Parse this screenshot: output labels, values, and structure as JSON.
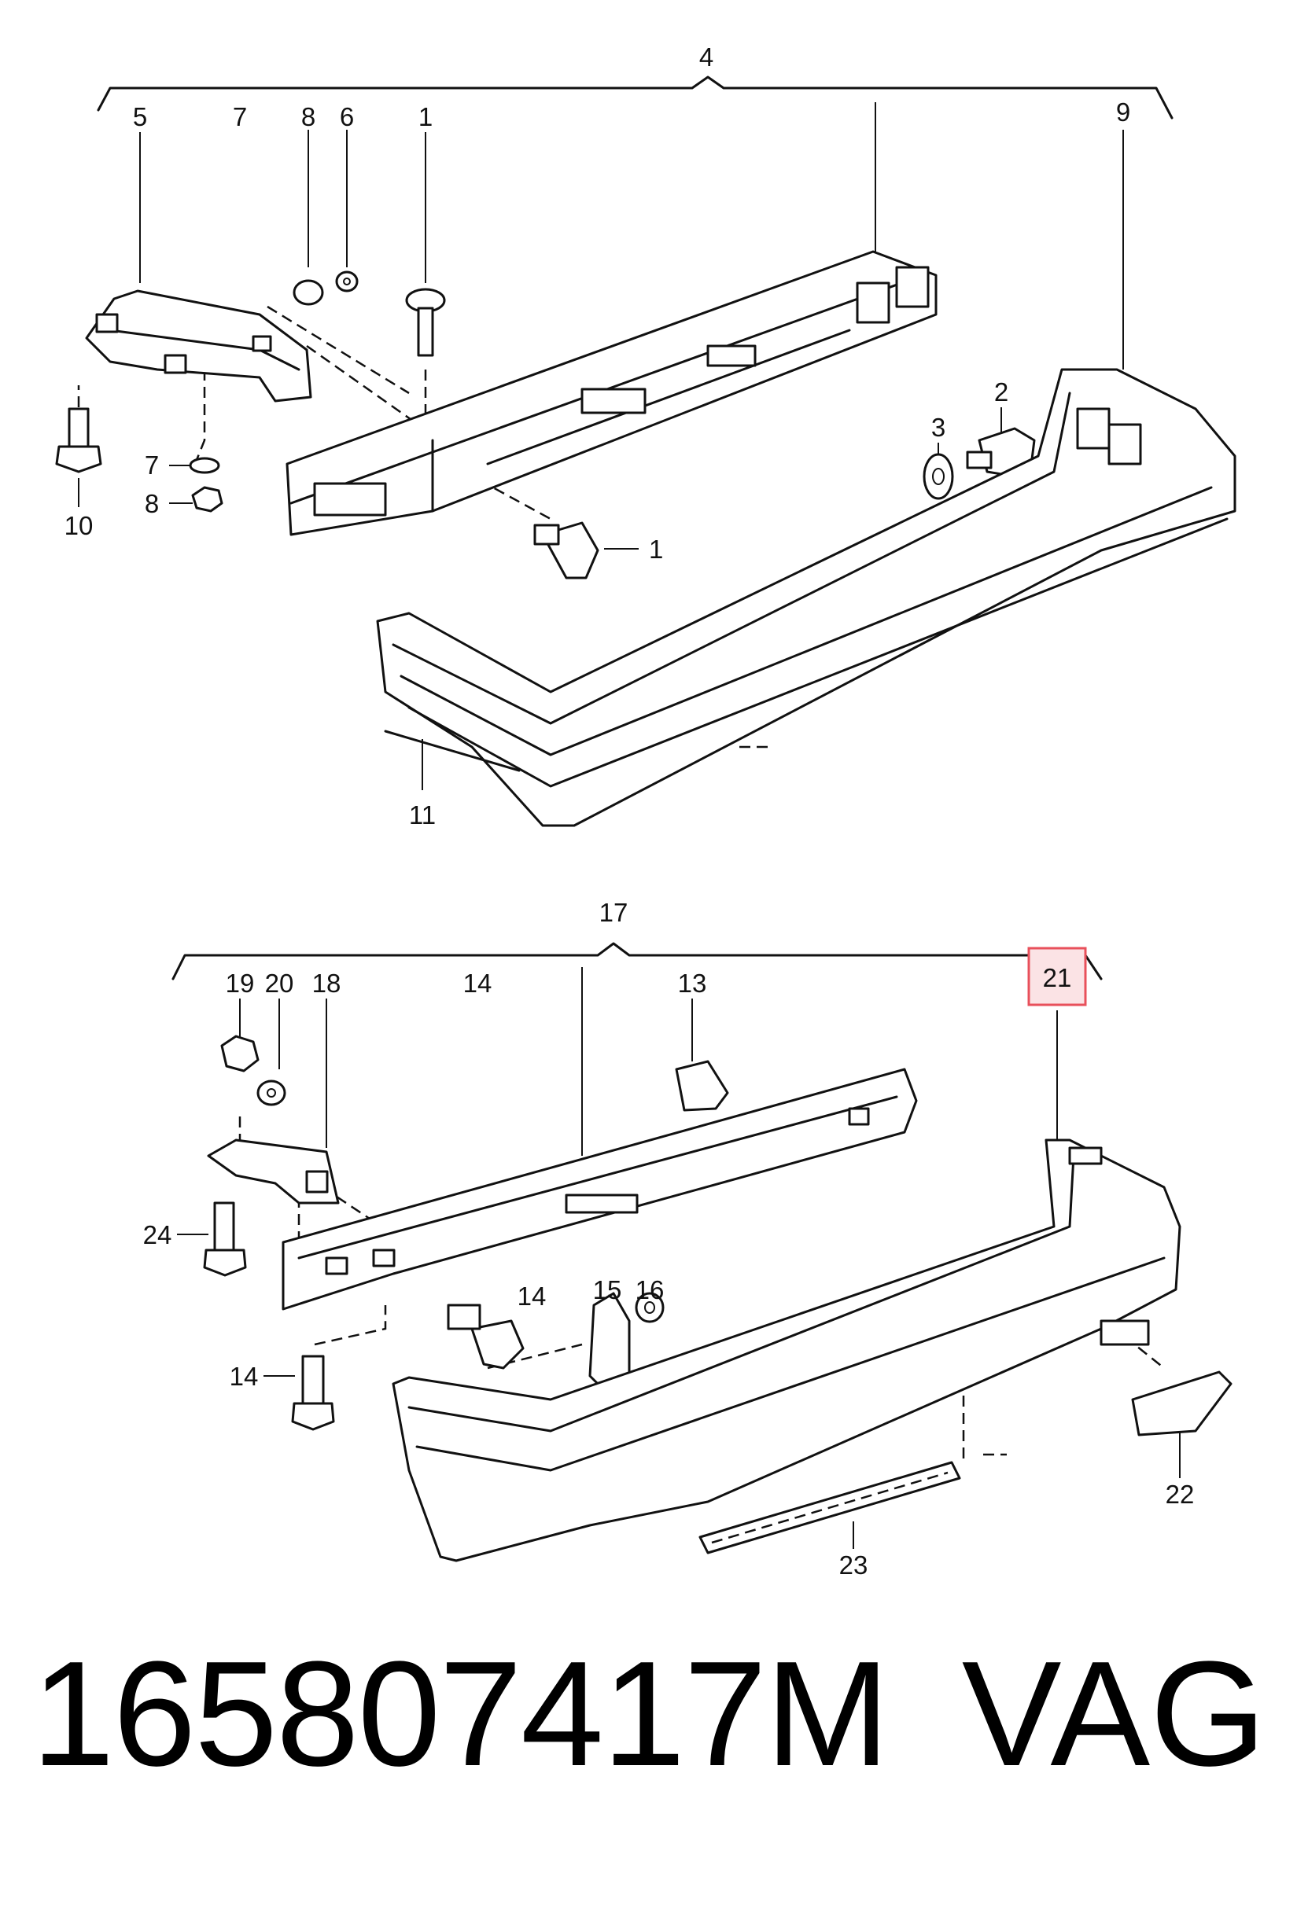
{
  "diagram": {
    "callouts": {
      "top": [
        "4",
        "5",
        "7",
        "8",
        "6",
        "1",
        "9",
        "2",
        "3",
        "7",
        "8",
        "10",
        "1",
        "11"
      ],
      "bottom": [
        "17",
        "19",
        "20",
        "18",
        "14",
        "13",
        "21",
        "24",
        "14",
        "15",
        "16",
        "14",
        "22",
        "23"
      ]
    },
    "highlighted_callout": "21",
    "highlight_color": "#e8505b"
  },
  "footer": {
    "part_number": "165807417M",
    "brand": "VAG"
  }
}
